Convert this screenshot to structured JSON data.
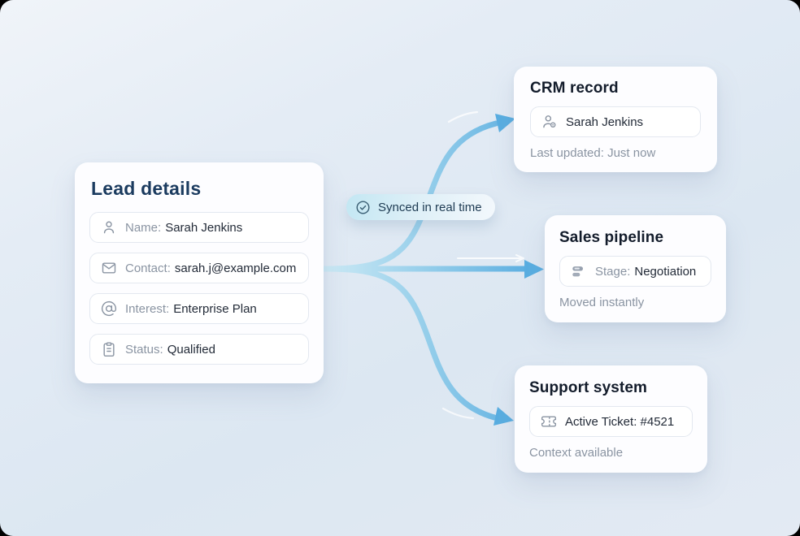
{
  "lead_card": {
    "title": "Lead details",
    "rows": [
      {
        "icon": "person-icon",
        "label": "Name:",
        "value": "Sarah Jenkins"
      },
      {
        "icon": "envelope-icon",
        "label": "Contact:",
        "value": "sarah.j@example.com"
      },
      {
        "icon": "at-sign-icon",
        "label": "Interest:",
        "value": "Enterprise Plan"
      },
      {
        "icon": "clipboard-icon",
        "label": "Status:",
        "value": "Qualified"
      }
    ]
  },
  "sync_badge": {
    "icon": "check-circle-icon",
    "label": "Synced in real time"
  },
  "target_cards": [
    {
      "title": "CRM record",
      "row": {
        "icon": "person-gear-icon",
        "value": "Sarah Jenkins"
      },
      "caption": "Last updated: Just now"
    },
    {
      "title": "Sales pipeline",
      "row": {
        "icon": "pipeline-stages-icon",
        "label": "Stage:",
        "value": "Negotiation"
      },
      "caption": "Moved instantly"
    },
    {
      "title": "Support system",
      "row": {
        "icon": "ticket-icon",
        "value": "Active Ticket: #4521"
      },
      "caption": "Context available"
    }
  ],
  "colors": {
    "background_top": "#f0f4f9",
    "background": "#dce7f2",
    "card_background": "#fdfdff",
    "arrow_light": "#cdeaf5",
    "arrow_dark": "#58ace0",
    "badge_background_left": "#c3e7f3",
    "badge_background_right": "#f3f8fc",
    "lead_title_text": "#1b3b5f",
    "card_title_text": "#131c2b",
    "label_text": "#8a94a2",
    "value_text": "#232b38",
    "caption_text": "#8a94a2",
    "icon_gray": "#8b95a3",
    "badge_text": "#1d3a52"
  }
}
